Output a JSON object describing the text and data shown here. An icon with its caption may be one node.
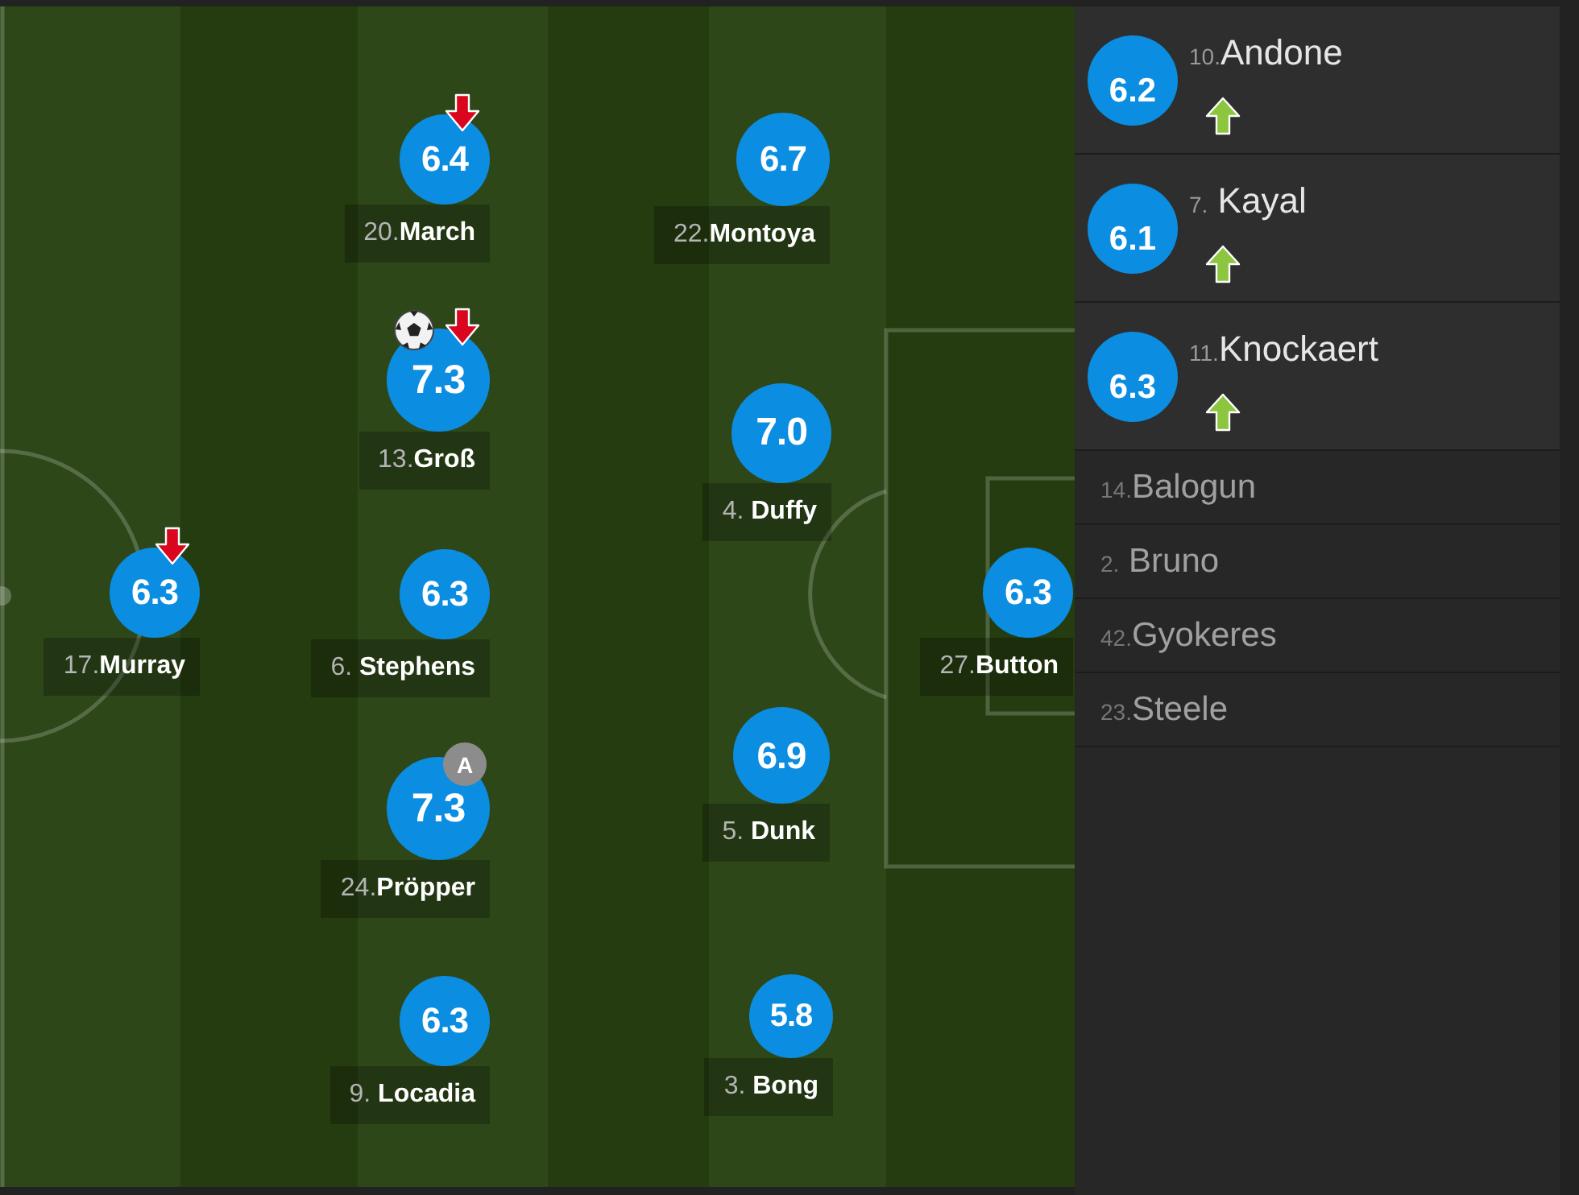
{
  "diagram": {
    "nodes": [
      {
        "text": [
          "6.4",
          "20.March"
        ]
      },
      {
        "text": [
          "6.7",
          "22.Montoya"
        ]
      },
      {
        "text": [
          "7.3",
          "13.Groß"
        ]
      },
      {
        "text": [
          "7.0",
          "4. Duffy"
        ]
      },
      {
        "text": [
          "6.3",
          "17.Murray"
        ]
      },
      {
        "text": [
          "6.3",
          "6. Stephens"
        ]
      },
      {
        "text": [
          "6.3",
          "27.Button"
        ]
      },
      {
        "text": [
          "6.9",
          "5. Dunk"
        ]
      },
      {
        "text": [
          "A",
          "7.3",
          "24.Pröpper"
        ]
      },
      {
        "text": [
          "6.3",
          "9. Locadia"
        ]
      },
      {
        "text": [
          "5.8",
          "3. Bong"
        ]
      },
      {
        "text": [
          "6.2",
          "10.Andone"
        ]
      },
      {
        "text": [
          "6.1",
          "7. Kayal"
        ]
      },
      {
        "text": [
          "6.3",
          "11.Knockaert"
        ]
      },
      {
        "text": [
          "14.Balogun"
        ]
      },
      {
        "text": [
          "2. Bruno"
        ]
      },
      {
        "text": [
          "42.Gyokeres"
        ]
      },
      {
        "text": [
          "23.Steele"
        ]
      }
    ]
  }
}
